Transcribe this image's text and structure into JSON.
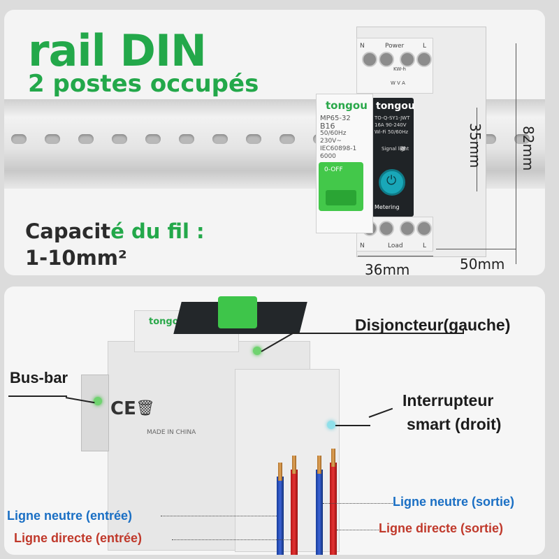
{
  "top": {
    "title": "rail DIN",
    "subtitle": "2 postes occupés",
    "capacity_dark": "Capacit",
    "capacity_green_e": "é",
    "capacity_green": "du fil :",
    "capacity_value": "1-10mm²",
    "breaker": {
      "brand": "tongou",
      "model": "MP65-32",
      "rating": "B16",
      "specs": [
        "50/60Hz",
        "230V~",
        "IEC60898-1",
        "6000"
      ],
      "switch_label": "0-OFF"
    },
    "smart_switch": {
      "brand": "tongou",
      "model": "TO-Q-SY1-JWT",
      "amps": "16A",
      "voltage": "90-240V",
      "wifi": "Wi-Fi",
      "freq": "50/60Hz",
      "signal": "Signal light",
      "metering": "Metering",
      "top_n": "N",
      "top_power": "Power",
      "top_l": "L",
      "top_kwh": "KW-h",
      "top_wva": "W  V  A",
      "bottom_n": "N",
      "bottom_load": "Load",
      "bottom_l": "L"
    },
    "dimensions": {
      "width_36": "36mm",
      "depth_50": "50mm",
      "height_35": "35mm",
      "height_82": "82mm"
    }
  },
  "bottom": {
    "breaker_brand": "tongou",
    "ce": "CE",
    "made_in": "MADE IN CHINA",
    "labels": {
      "disjoncteur": "Disjoncteur(gauche)",
      "bus_bar": "Bus-bar",
      "interrupteur_line1": "Interrupteur",
      "interrupteur_line2": "smart (droit)",
      "neutre_sortie": "Ligne neutre (sortie)",
      "neutre_entree": "Ligne neutre (entrée)",
      "directe_sortie": "Ligne directe (sortie)",
      "directe_entree": "Ligne directe (entrée)"
    }
  },
  "colors": {
    "green": "#23a84a",
    "dark": "#2b2b2b",
    "blue_label": "#1a6fc4",
    "red_label": "#c0392b",
    "toggle_green": "#43c84a",
    "button_teal": "#19a7b8"
  },
  "icons": [
    "power-icon",
    "wifi-icon",
    "ce-mark-icon",
    "waste-bin-icon"
  ]
}
